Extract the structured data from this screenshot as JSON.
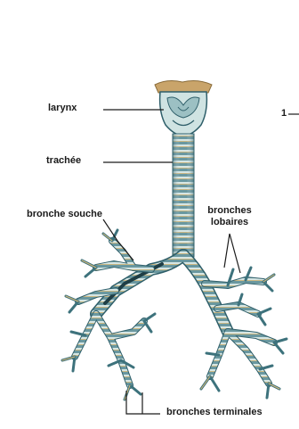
{
  "labels": {
    "larynx": "larynx",
    "trachea": "trachée",
    "main_bronchus": "bronche souche",
    "lobar_bronchi_line1": "bronches",
    "lobar_bronchi_line2": "lobaires",
    "terminal_bronchi": "bronches terminales",
    "side_number": "1"
  },
  "colors": {
    "cartilage": "#cfe3e2",
    "airway_dark": "#2f5f6a",
    "airway_mid": "#5d8f98",
    "ring_highlight": "#d8b877",
    "larynx_top": "#c9a46a",
    "leader_line": "#1a1a1a"
  }
}
